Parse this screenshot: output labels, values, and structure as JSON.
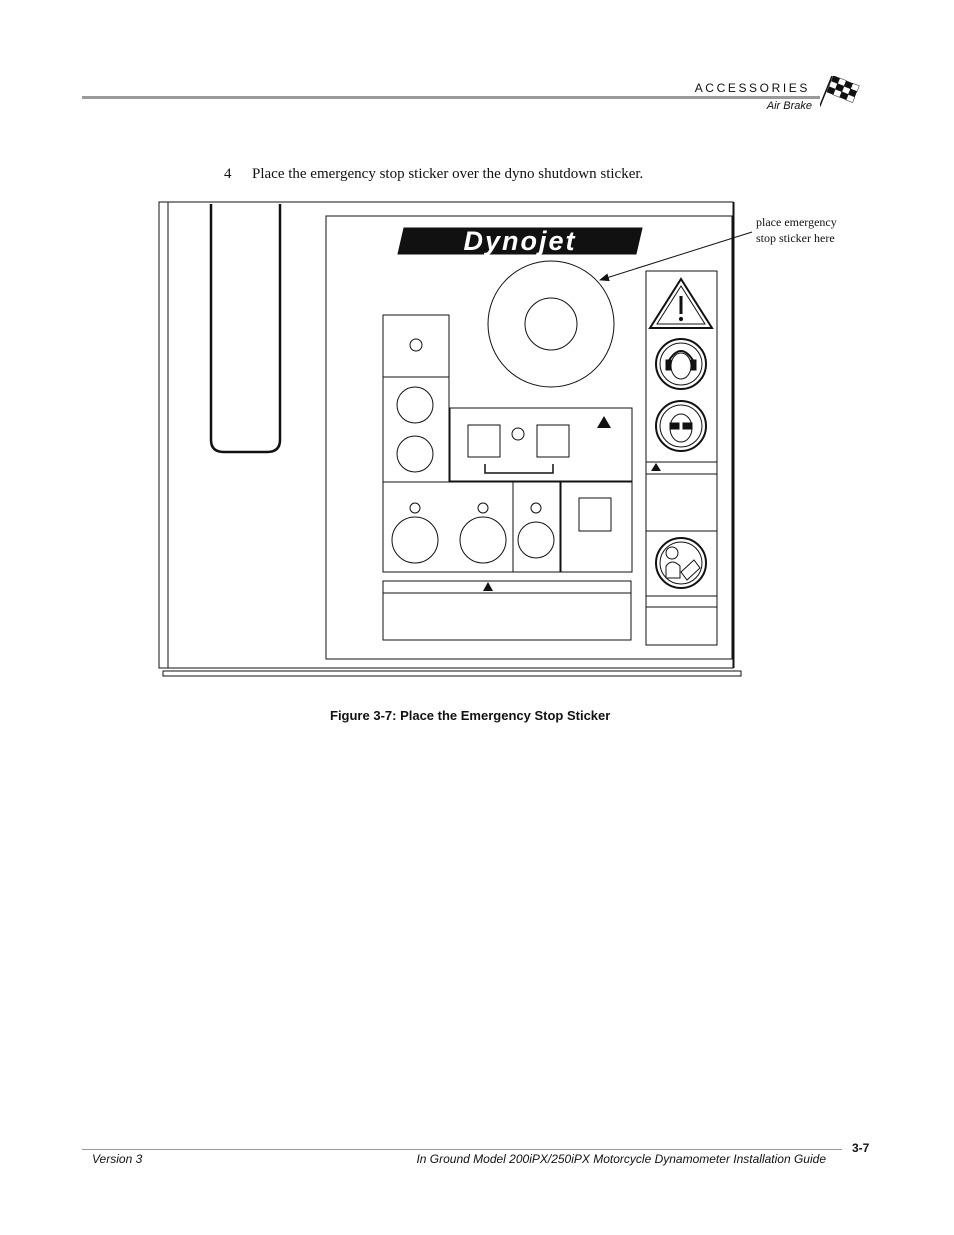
{
  "header": {
    "section": "ACCESSORIES",
    "subsection": "Air Brake"
  },
  "step": {
    "number": "4",
    "text": "Place the emergency stop sticker over the dyno shutdown sticker."
  },
  "figure": {
    "logo_text": "Dynojet",
    "callout": [
      "place emergency",
      "stop sticker here"
    ],
    "caption": "Figure 3-7: Place the Emergency Stop Sticker"
  },
  "footer": {
    "version": "Version 3",
    "title": "In Ground Model 200iPX/250iPX Motorcycle Dynamometer Installation Guide",
    "page": "3-7"
  }
}
